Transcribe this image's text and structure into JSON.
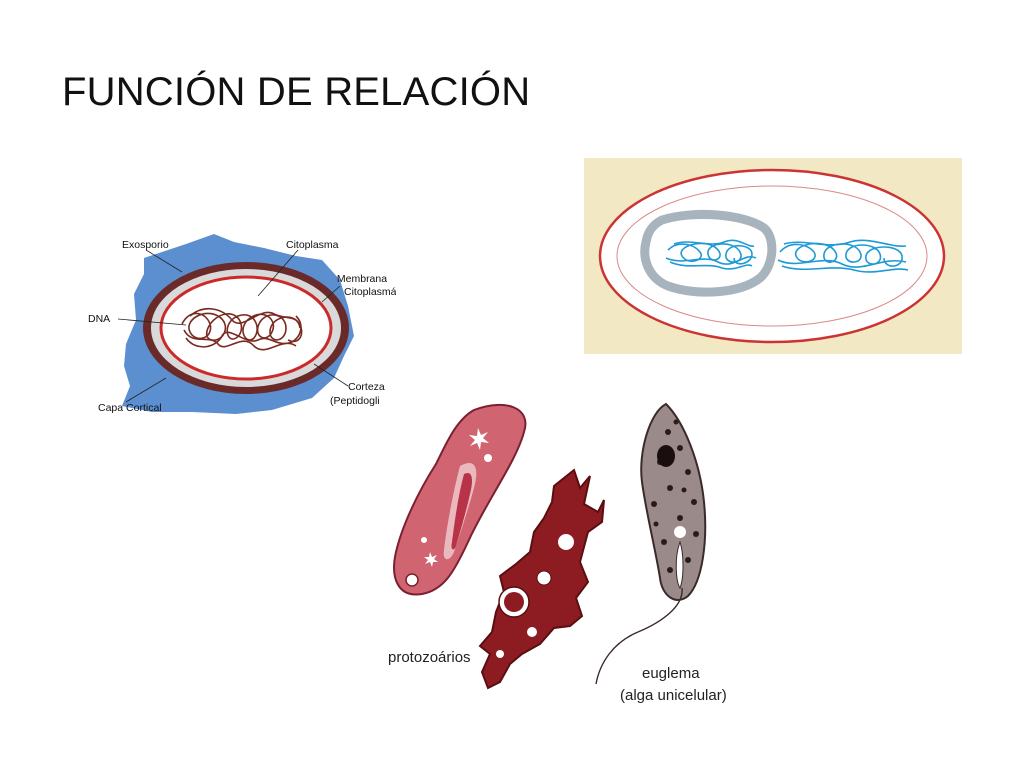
{
  "slide": {
    "title": "FUNCIÓN DE RELACIÓN"
  },
  "spore_diagram": {
    "labels": {
      "exosporio": "Exosporio",
      "citoplasma": "Citoplasma",
      "membrana_line1": "Membrana",
      "membrana_line2": "Citoplasmática",
      "dna": "DNA",
      "corteza_line1": "Corteza",
      "corteza_line2": "(Peptidogli",
      "capa_cortical": "Capa Cortical"
    },
    "colors": {
      "exosporio": "#5b8fd0",
      "capa_cortical": "#6b2a2a",
      "corteza": "#d9d9d9",
      "membrana": "#cc2a2a",
      "dna": "#7a2a20"
    }
  },
  "bacteria_diagram": {
    "colors": {
      "background": "#f2e9c4",
      "outer_capsule": "#cc3333",
      "inner_membrane": "#d98a8a",
      "cell_ring": "#a8b4bd",
      "dna": "#1e9ad6"
    }
  },
  "protozoa_diagram": {
    "labels": {
      "protozoa": "protozoários",
      "euglena_line1": "euglema",
      "euglena_line2": "(alga unicelular)"
    },
    "colors": {
      "paramecium": "#d06470",
      "amoeba": "#8c1c22",
      "euglena": "#9a8a8a"
    }
  }
}
